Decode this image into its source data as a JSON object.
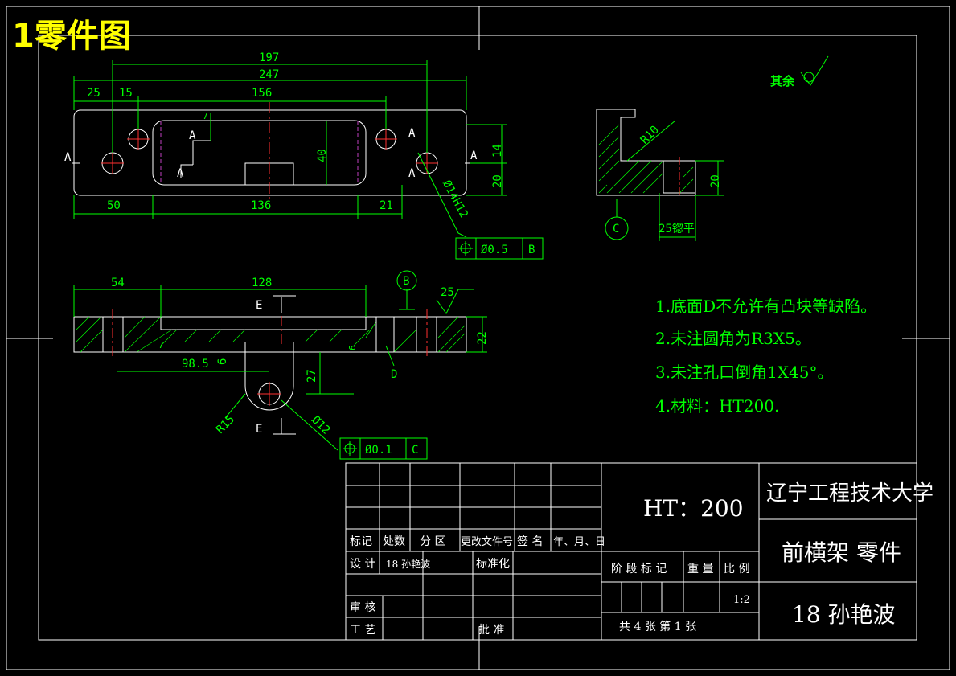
{
  "sheet_title": "1零件图",
  "surface_note": "其余",
  "top_view": {
    "dims": {
      "d197": "197",
      "d247": "247",
      "d25": "25",
      "d15": "15",
      "d156": "156",
      "d7": "7",
      "d40": "40",
      "d14": "14",
      "d20": "20",
      "d50": "50",
      "d136": "136",
      "d21": "21",
      "hole": "Ø14H12"
    },
    "section_mark": "A",
    "gtol": {
      "tol": "Ø0.5",
      "datum": "B"
    }
  },
  "side_view": {
    "dims": {
      "r10": "R10",
      "d20": "20",
      "d25": "25锪平"
    },
    "datum": "C"
  },
  "front_view": {
    "dims": {
      "d54": "54",
      "d128": "128",
      "d22": "22",
      "d7": "7",
      "d6": "6",
      "d98_5": "98.5",
      "d6b": "6",
      "d27": "27",
      "r15": "R15",
      "hole": "Ø12"
    },
    "section_mark": "E",
    "datum": "B",
    "surface_value": "25",
    "label_d": "D",
    "gtol": {
      "tol": "Ø0.1",
      "datum": "C"
    }
  },
  "notes": [
    "1.底面D不允许有凸块等缺陷。",
    "2.未注圆角为R3X5。",
    "3.未注孔口倒角1X45°。",
    "4.材料：HT200."
  ],
  "title_block": {
    "material": "HT：200",
    "school": "辽宁工程技术大学",
    "part_name": "前横架 零件",
    "author": "18 孙艳波",
    "headers": [
      "标记",
      "处数",
      "分 区",
      "更改文件号",
      "签 名",
      "年、月、日"
    ],
    "row_design": "设 计",
    "designer": "18 孙艳波",
    "standard": "标准化",
    "stage": "阶 段 标 记",
    "weight": "重 量",
    "scale_label": "比 例",
    "scale": "1:2",
    "review": "审 核",
    "process": "工 艺",
    "approve": "批 准",
    "sheets": "共 4   张   第   1 张"
  }
}
